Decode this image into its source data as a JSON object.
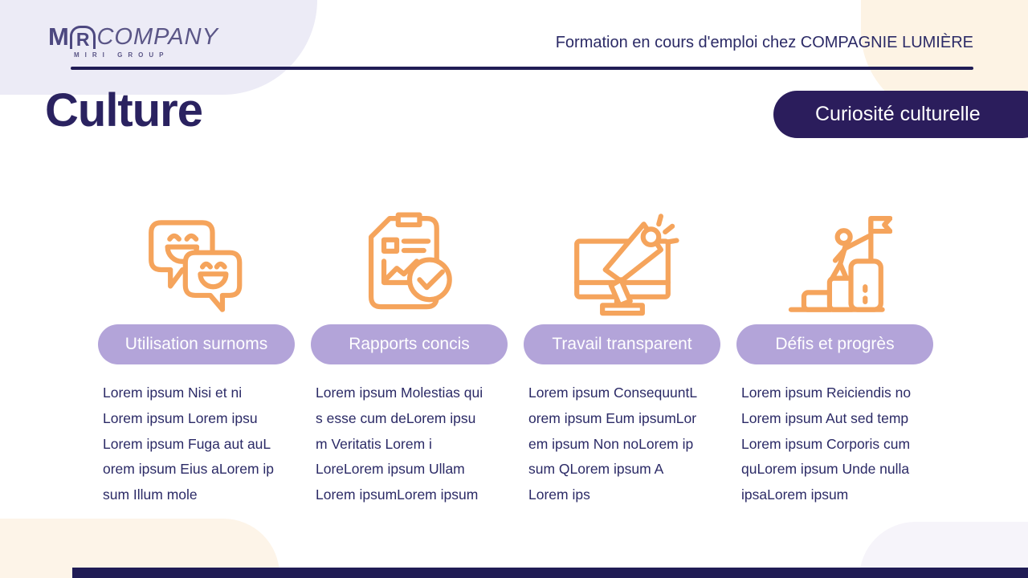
{
  "header": {
    "logo": {
      "m": "M",
      "r": "R",
      "company": "COMPANY",
      "group": "MIRI GROUP"
    },
    "course_title": "Formation en cours d'emploi chez COMPAGNIE LUMIÈRE"
  },
  "main": {
    "title": "Culture",
    "badge_label": "Curiosité culturelle"
  },
  "columns": [
    {
      "icon": "chat-smileys-icon",
      "label": "Utilisation surnoms",
      "lines": [
        "Lorem ipsum Nisi et ni",
        "Lorem ipsum Lorem ipsu",
        "Lorem ipsum Fuga aut auL",
        "orem ipsum Eius aLorem ip",
        "sum Illum mole"
      ]
    },
    {
      "icon": "report-checklist-icon",
      "label": "Rapports concis",
      "lines": [
        "Lorem ipsum Molestias qui",
        "s esse cum deLorem ipsu",
        "m Veritatis Lorem i",
        "LoreLorem ipsum Ullam",
        "Lorem ipsumLorem ipsum"
      ]
    },
    {
      "icon": "monitor-megaphone-icon",
      "label": "Travail transparent",
      "lines": [
        "Lorem ipsum ConsequuntL",
        "orem ipsum Eum ipsumLor",
        "em ipsum Non noLorem ip",
        "sum QLorem ipsum A",
        "Lorem ips"
      ]
    },
    {
      "icon": "stairs-flag-icon",
      "label": "Défis et progrès",
      "lines": [
        "Lorem ipsum Reiciendis no",
        "Lorem ipsum Aut sed temp",
        "Lorem ipsum Corporis cum",
        "quLorem ipsum Unde nulla",
        "ipsaLorem ipsum"
      ]
    }
  ],
  "colors": {
    "accent_orange": "#F5A45C",
    "pill_purple": "#B3A4D9",
    "badge_indigo": "#2B1D5C",
    "navy_text": "#2B2A66",
    "rule_navy": "#201C55",
    "cream": "#FDF3E4",
    "lavender": "#ECEBF6"
  }
}
